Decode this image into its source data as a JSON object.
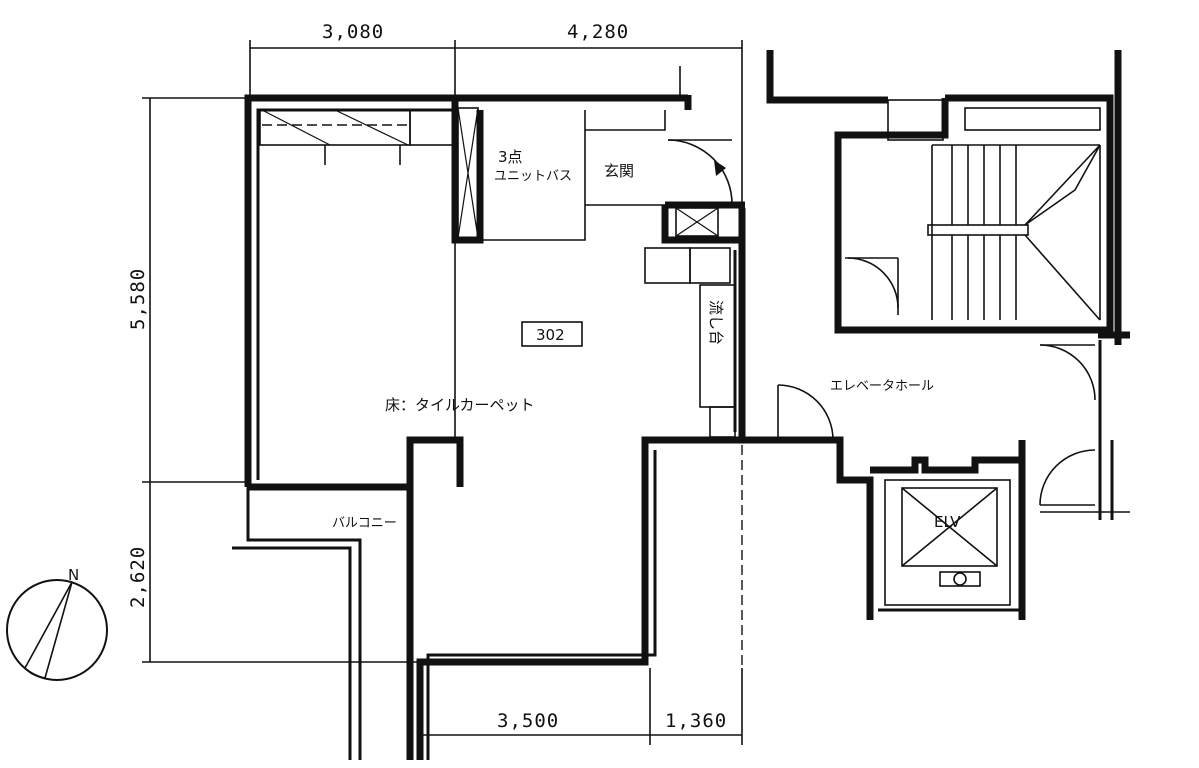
{
  "plan": {
    "unit_number": "302",
    "room_labels": {
      "bath_line1": "3点",
      "bath_line2": "ユニットバス",
      "entrance": "玄関",
      "kitchen": "流し台",
      "floor": "床：タイルカーペット",
      "balcony": "バルコニー",
      "elevator_hall": "エレベータホール",
      "elevator": "ELV"
    },
    "dimensions": {
      "top_left": "3,080",
      "top_right": "4,280",
      "left_upper": "5,580",
      "left_lower": "2,620",
      "bottom_left": "3,500",
      "bottom_right": "1,360"
    },
    "north_label": "N"
  }
}
